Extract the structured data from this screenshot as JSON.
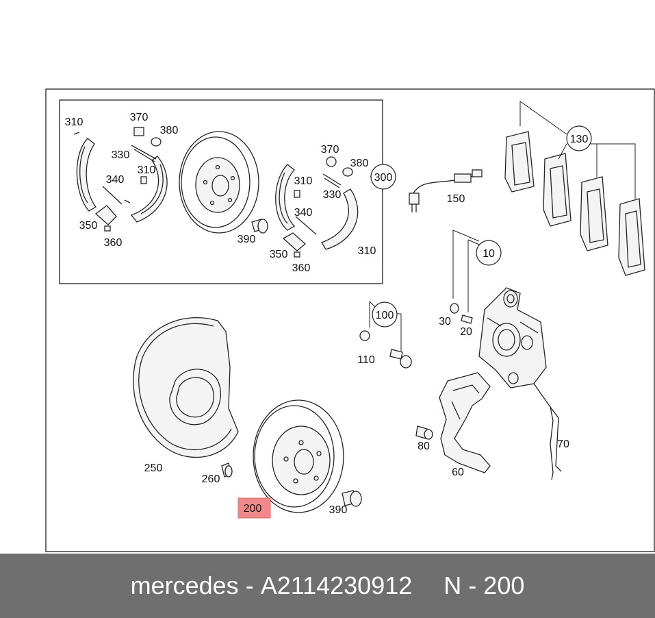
{
  "diagram": {
    "labels": {
      "parking_brake_kit": "300",
      "pad_set": "130",
      "caliper": "10",
      "guide_pin_set": "100",
      "hb_310_left_top": "310",
      "hb_370_left": "370",
      "hb_380_left": "380",
      "hb_330_left": "330",
      "hb_310_left_mid": "310",
      "hb_340_left": "340",
      "hb_350_left": "350",
      "hb_360_left": "360",
      "hb_390_kit": "390",
      "hb_370_right": "370",
      "hb_380_right": "380",
      "hb_310_right_top": "310",
      "hb_330_right": "330",
      "hb_340_right": "340",
      "hb_350_right": "350",
      "hb_360_right": "360",
      "hb_310_right_bottom": "310",
      "wear_sensor": "150",
      "bleeder_cap": "30",
      "bleeder_valve": "20",
      "guide_pin": "110",
      "dust_shield": "250",
      "shield_bolt": "260",
      "brake_disc": "200",
      "disc_screw": "390",
      "carrier_bolt": "80",
      "caliper_carrier": "60",
      "spring_clip": "70"
    },
    "highlight_color": "#f08a8a"
  },
  "footer": {
    "brand": "mercedes",
    "separator": "-",
    "part_number": "A2114230912",
    "position_prefix": "N",
    "position_separator": "-",
    "position_number": "200"
  }
}
